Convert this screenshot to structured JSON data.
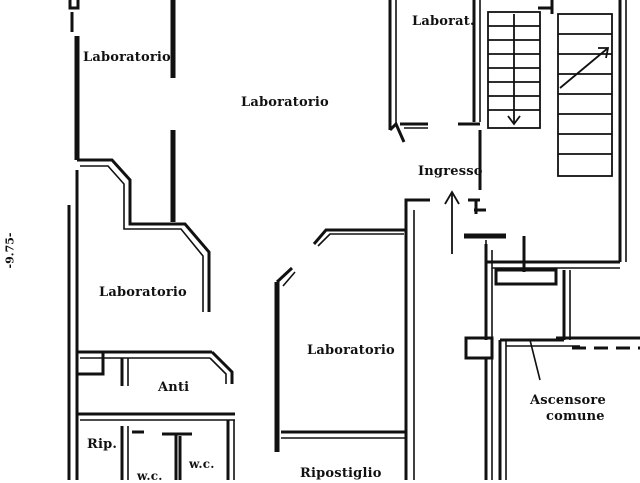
{
  "plan": {
    "dimension": "-9.75-",
    "rooms": {
      "lab_top_left": "Laboratorio",
      "lab_center": "Laboratorio",
      "lab_top_right": "Laborat.",
      "lab_mid_left": "Laboratorio",
      "lab_mid_right": "Laboratorio",
      "anti": "Anti",
      "rip": "Rip.",
      "wc1": "w.c.",
      "wc2": "w.c.",
      "ripostiglio": "Ripostiglio",
      "ingresso": "Ingresso",
      "ascensore": "Ascensore",
      "comune": "comune"
    }
  }
}
